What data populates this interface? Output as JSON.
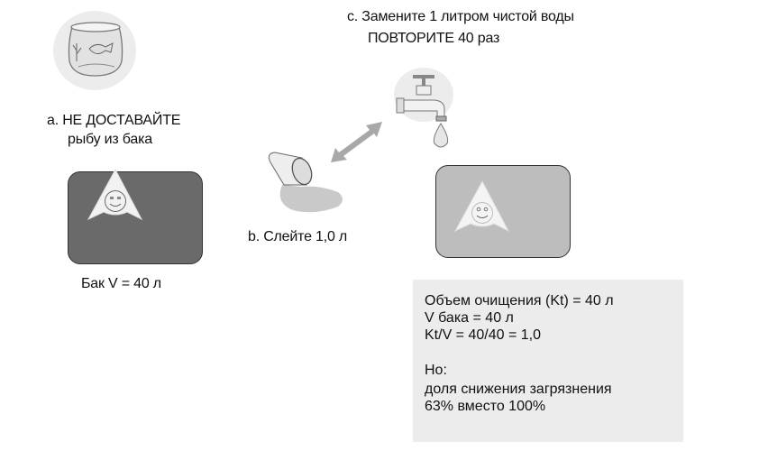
{
  "step_a": {
    "line1": "a. НЕ ДОСТАВАЙТЕ",
    "line2": "рыбу из бака"
  },
  "tank_label": "Бак V = 40 л",
  "step_b": {
    "label": "b. Слейте 1,0 л"
  },
  "step_c": {
    "line1": "c. Замените 1 литром чистой воды",
    "line2": "ПОВТОРИТЕ 40 раз"
  },
  "info": {
    "lines": [
      "Объем очищения (Kt) = 40 л",
      "V бака = 40 л",
      "Kt/V = 40/40 = 1,0",
      "Но:",
      "доля снижения загрязнения",
      "63% вместо 100%"
    ]
  },
  "colors": {
    "dark_tank": "#6a6a6a",
    "light_tank": "#bdbdbd",
    "info_bg": "#ececec",
    "arrow": "#a8a8a8"
  }
}
